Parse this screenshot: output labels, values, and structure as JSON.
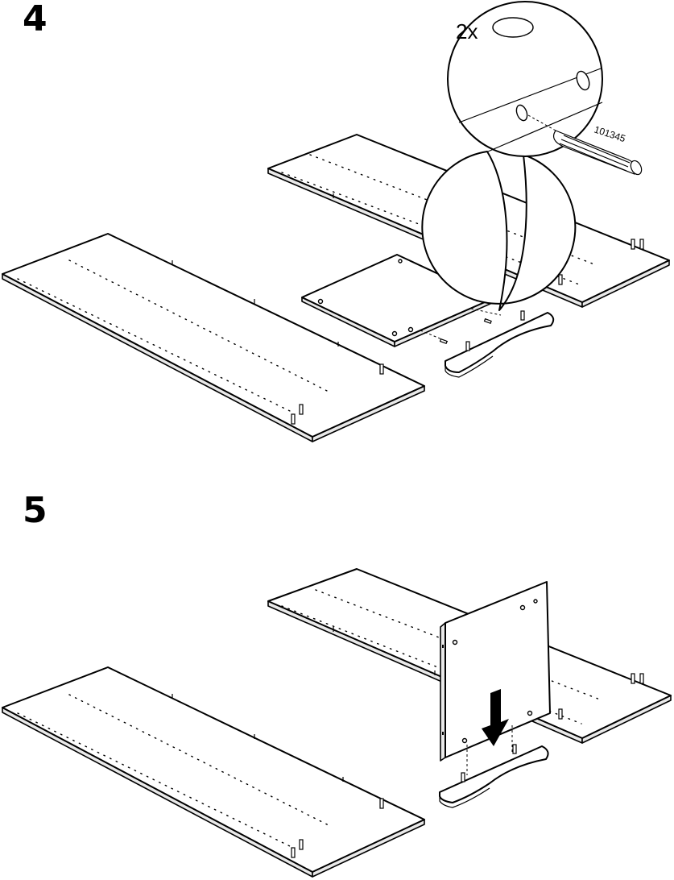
{
  "steps": [
    {
      "number": "4"
    },
    {
      "number": "5"
    }
  ],
  "callout": {
    "quantity": "2x",
    "part_number": "101345"
  },
  "icons": {
    "dowel": "wooden-dowel-icon",
    "arrow": "down-arrow-icon"
  }
}
